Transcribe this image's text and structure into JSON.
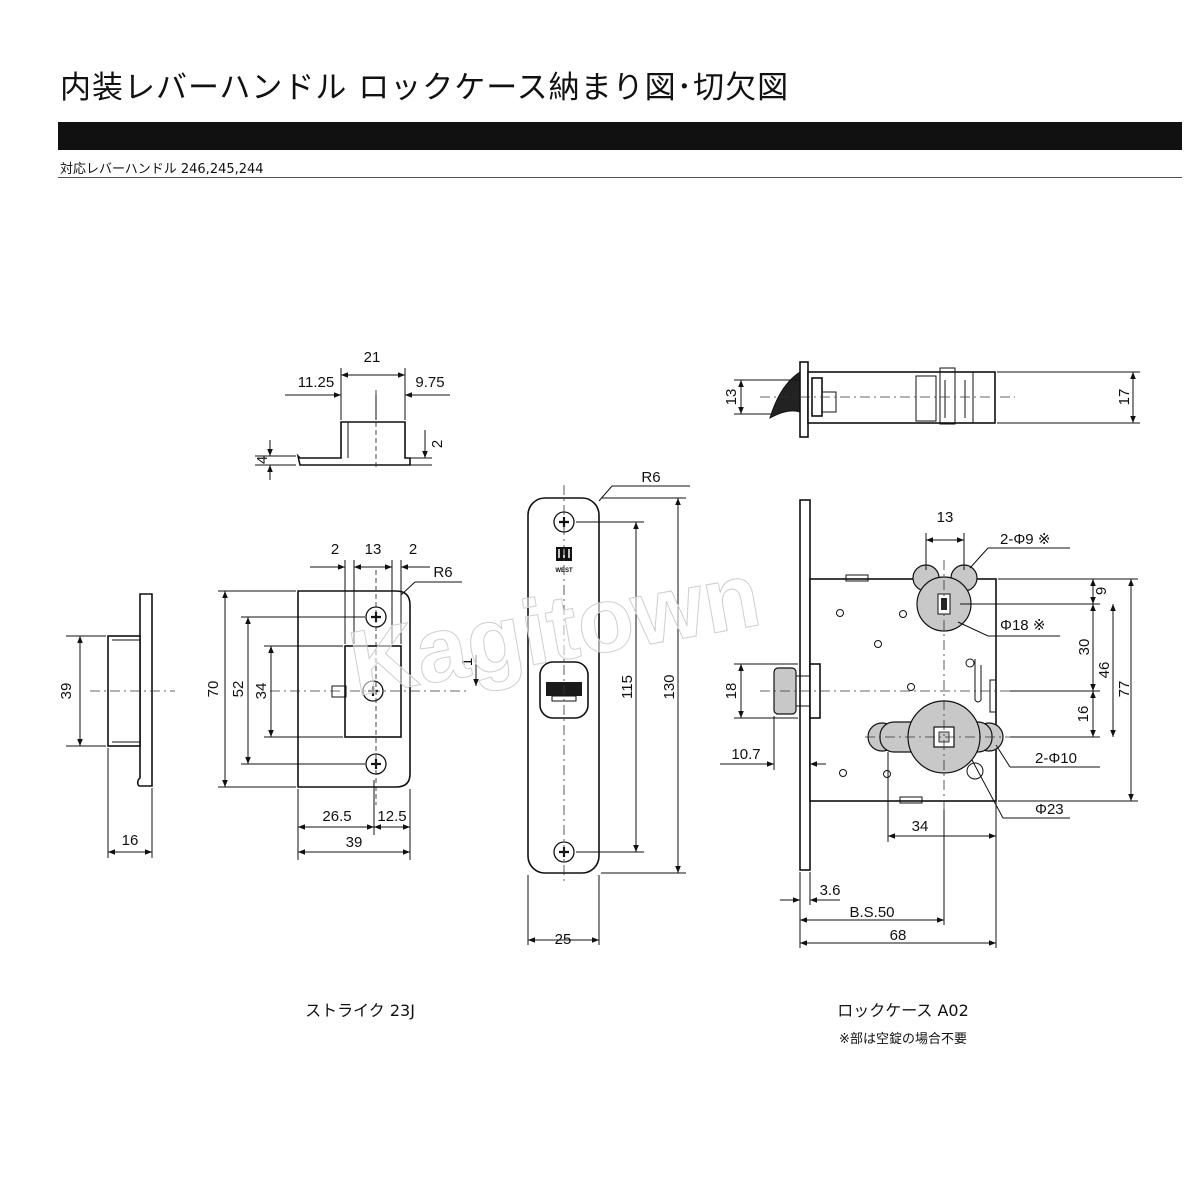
{
  "header": {
    "title": "内装レバーハンドル ロックケース納まり図･切欠図",
    "subtitle": "対応レバーハンドル 246,245,244"
  },
  "watermark": "Kagitown",
  "strike": {
    "caption": "ストライク 23J",
    "dims": {
      "d21": "21",
      "d11_25": "11.25",
      "d9_75": "9.75",
      "d4": "4",
      "d2a": "2",
      "d39_side": "39",
      "d16": "16",
      "d2_left": "2",
      "d13": "13",
      "d2_right": "2",
      "r6": "R6",
      "d70": "70",
      "d52": "52",
      "d34": "34",
      "d26_5": "26.5",
      "d12_5": "12.5",
      "d39_bottom": "39"
    }
  },
  "faceplate": {
    "logo": "WEST",
    "dims": {
      "r6": "R6",
      "d1": "1",
      "d115": "115",
      "d130": "130",
      "d25": "25"
    }
  },
  "lockcase": {
    "caption": "ロックケース A02",
    "note": "※部は空錠の場合不要",
    "dims": {
      "d13_top": "13",
      "d17": "17",
      "d13_hole": "13",
      "hole9": "2-Φ9 ※",
      "hole18": "Φ18 ※",
      "d9": "9",
      "d30": "30",
      "d46": "46",
      "d77": "77",
      "d16": "16",
      "d18": "18",
      "d10_7": "10.7",
      "hole10": "2-Φ10",
      "hole23": "Φ23",
      "d34": "34",
      "d3_6": "3.6",
      "bs50": "B.S.50",
      "d68": "68"
    }
  }
}
